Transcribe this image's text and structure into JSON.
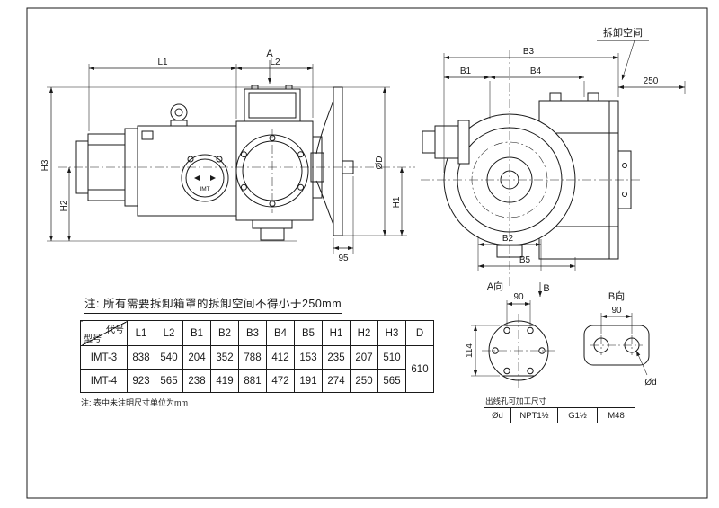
{
  "page": {
    "line_color": "#1a1a1a",
    "background": "#ffffff"
  },
  "notes": {
    "main": "注: 所有需要拆卸箱罩的拆卸空间不得小于250mm",
    "unit": "注: 表中未注明尺寸单位为mm"
  },
  "device": {
    "brand": "IMT"
  },
  "dims": {
    "l1": "L1",
    "l2": "L2",
    "a_marker": "A",
    "h1": "H1",
    "h2": "H2",
    "h3": "H3",
    "phi_d_cap": "ØD",
    "n95": "95",
    "b1": "B1",
    "b2": "B2",
    "b3": "B3",
    "b4": "B4",
    "b5": "B5",
    "n250": "250",
    "disassembly_space": "拆卸空间",
    "view_a": "A向",
    "b_marker": "B",
    "n90_flange": "90",
    "n114": "114",
    "view_b": "B向",
    "n90_plate": "90",
    "phi_d_small": "Ød"
  },
  "table": {
    "corner_top": "代号",
    "corner_bottom": "型号",
    "columns": [
      "L1",
      "L2",
      "B1",
      "B2",
      "B3",
      "B4",
      "B5",
      "H1",
      "H2",
      "H3",
      "D"
    ],
    "rows": [
      {
        "model": "IMT-3",
        "values": [
          "838",
          "540",
          "204",
          "352",
          "788",
          "412",
          "153",
          "235",
          "207",
          "510"
        ]
      },
      {
        "model": "IMT-4",
        "values": [
          "923",
          "565",
          "238",
          "419",
          "881",
          "472",
          "191",
          "274",
          "250",
          "565"
        ]
      }
    ],
    "d_shared": "610"
  },
  "outlet": {
    "title": "出线孔可加工尺寸",
    "cells": [
      "Ød",
      "NPT1½",
      "G1½",
      "M48"
    ]
  }
}
